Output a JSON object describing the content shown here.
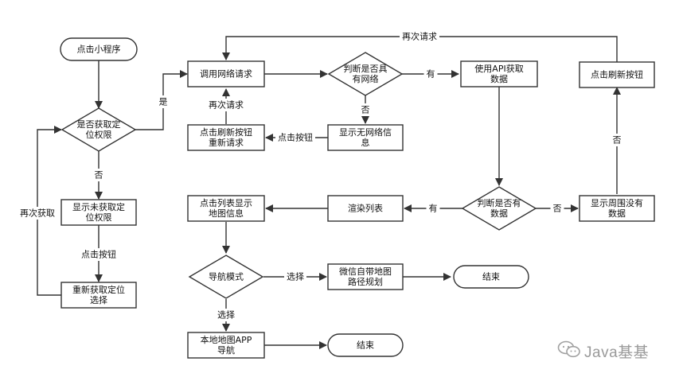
{
  "nodes": {
    "start": {
      "label": [
        "点击小程序"
      ]
    },
    "locq": {
      "label": [
        "是否获取定",
        "位权限"
      ]
    },
    "showloc": {
      "label": [
        "显示未获取定",
        "位权限"
      ]
    },
    "reloc": {
      "label": [
        "重新获取定位",
        "选择"
      ]
    },
    "callnet": {
      "label": [
        "调用网络请求"
      ]
    },
    "netq": {
      "label": [
        "判断是否具",
        "有网络"
      ]
    },
    "useapi": {
      "label": [
        "使用API获取",
        "数据"
      ]
    },
    "refreshbtn": {
      "label": [
        "点击刷新按钮"
      ]
    },
    "refreq": {
      "label": [
        "点击刷新按钮",
        "重新请求"
      ]
    },
    "nonet": {
      "label": [
        "显示无网络信",
        "息"
      ]
    },
    "clicklist": {
      "label": [
        "点击列表显示",
        "地图信息"
      ]
    },
    "render": {
      "label": [
        "渲染列表"
      ]
    },
    "dataq": {
      "label": [
        "判断是否有",
        "数据"
      ]
    },
    "nodata": {
      "label": [
        "显示周围没有",
        "数据"
      ]
    },
    "navmode": {
      "label": [
        "导航模式"
      ]
    },
    "wechat": {
      "label": [
        "微信自带地图",
        "路径规划"
      ]
    },
    "end1": {
      "label": [
        "结束"
      ]
    },
    "localapp": {
      "label": [
        "本地地图APP",
        "导航"
      ]
    },
    "end2": {
      "label": [
        "结束"
      ]
    }
  },
  "edge_labels": {
    "yes_loc": "是",
    "no_loc": "否",
    "click_btn_loc": "点击按钮",
    "retry_loc": "再次获取",
    "have_net": "有",
    "no_net": "否",
    "click_btn_net": "点击按钮",
    "retry_req_left": "再次请求",
    "retry_req_top": "再次请求",
    "have_data": "有",
    "no_data": "否",
    "no_refresh": "否",
    "select_wechat": "选择",
    "select_local": "选择"
  },
  "watermark": {
    "text": "Java基基",
    "icon": "wechat-icon"
  }
}
